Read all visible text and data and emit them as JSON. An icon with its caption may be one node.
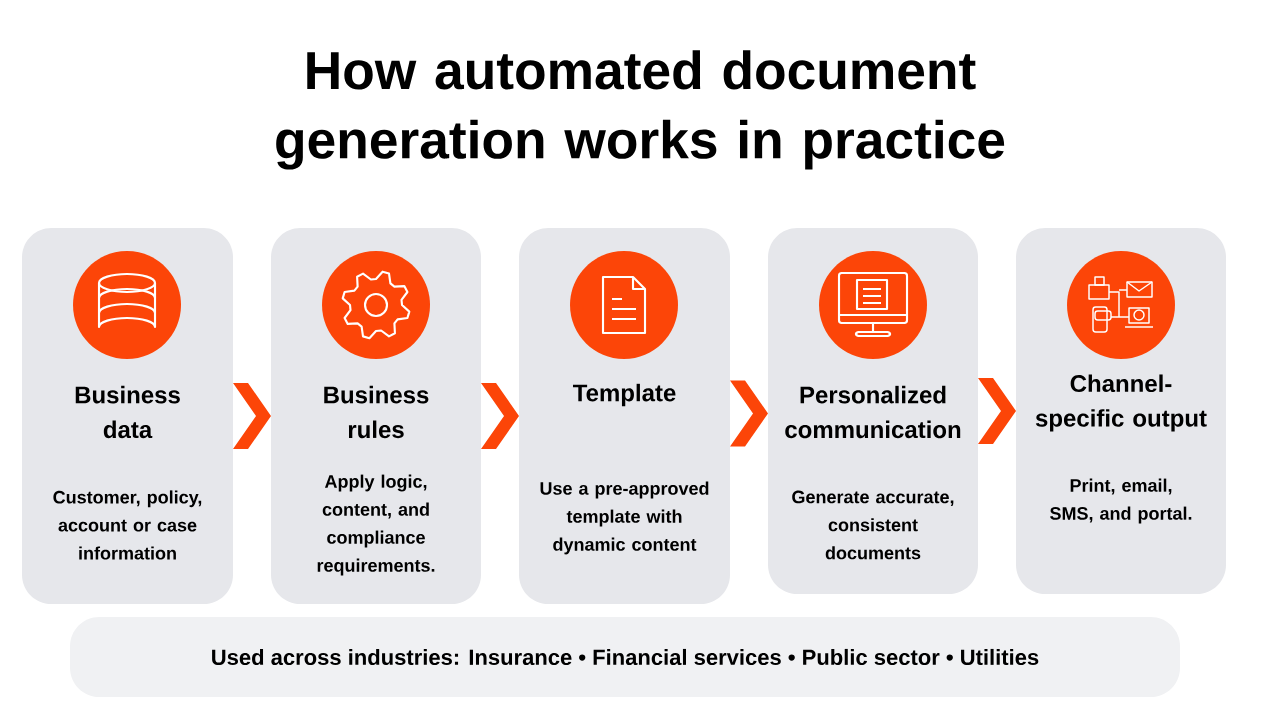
{
  "diagram": {
    "title": "How automated document generation works in practice",
    "nodes": [
      {
        "text": [
          "Business data",
          "Customer, policy, account or case information"
        ]
      },
      {
        "text": [
          "Business rules",
          "Apply logic, content, and compliance requirements."
        ]
      },
      {
        "text": [
          "Template",
          "Use a pre-approved template with dynamic content"
        ]
      },
      {
        "text": [
          "Personalized communication",
          "Generate accurate, consistent documents"
        ]
      },
      {
        "text": [
          "Channel-specific output",
          "Print, email, SMS, and portal."
        ]
      },
      {
        "text": [
          "Used across industries: Insurance • Financial services • Public sector • Utilities"
        ]
      }
    ],
    "edges": [
      {
        "from": 0,
        "to": 1,
        "arrow": "to"
      },
      {
        "from": 1,
        "to": 2,
        "arrow": "to"
      },
      {
        "from": 2,
        "to": 3,
        "arrow": "to"
      },
      {
        "from": 3,
        "to": 4,
        "arrow": "to"
      }
    ]
  }
}
